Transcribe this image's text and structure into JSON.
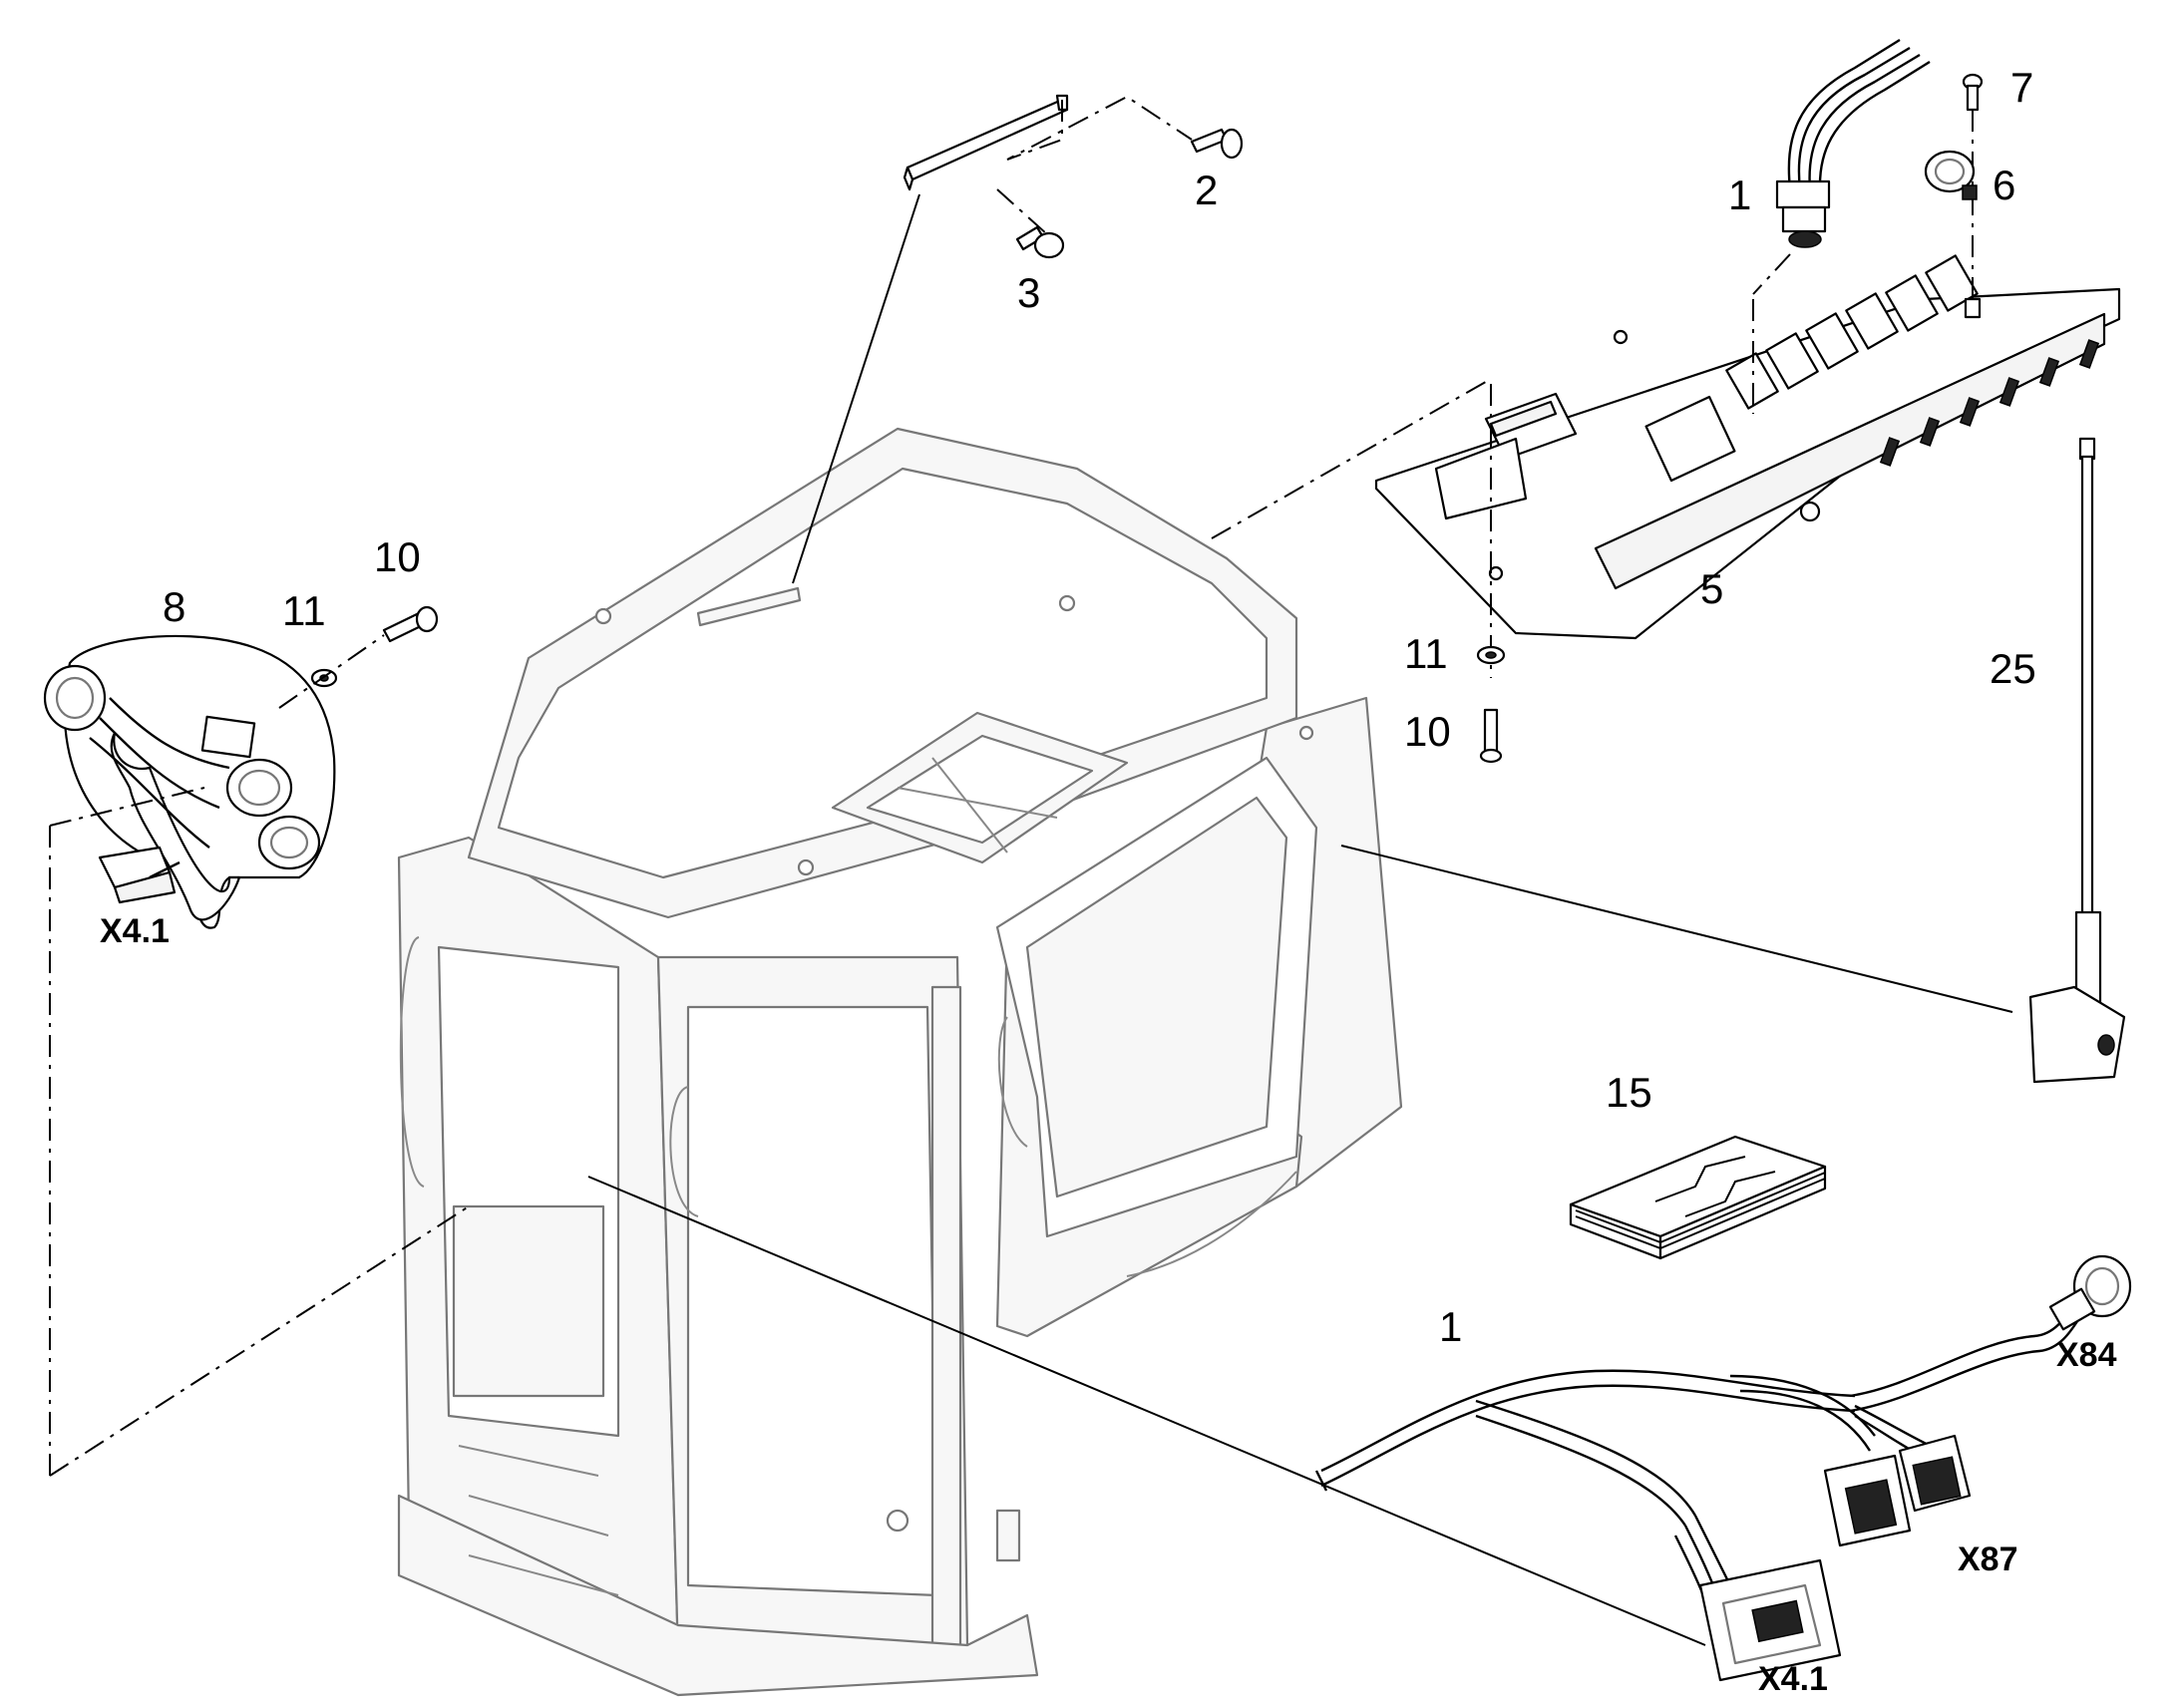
{
  "callouts": {
    "c1_top": "1",
    "c1_bottom": "1",
    "c2": "2",
    "c3": "3",
    "c5": "5",
    "c6": "6",
    "c7": "7",
    "c8": "8",
    "c10_left": "10",
    "c10_right": "10",
    "c11_left": "11",
    "c11_right": "11",
    "c15": "15",
    "c25": "25"
  },
  "connectors": {
    "x41_left": "X4.1",
    "x41_bottom": "X4.1",
    "x84": "X84",
    "x87": "X87"
  }
}
